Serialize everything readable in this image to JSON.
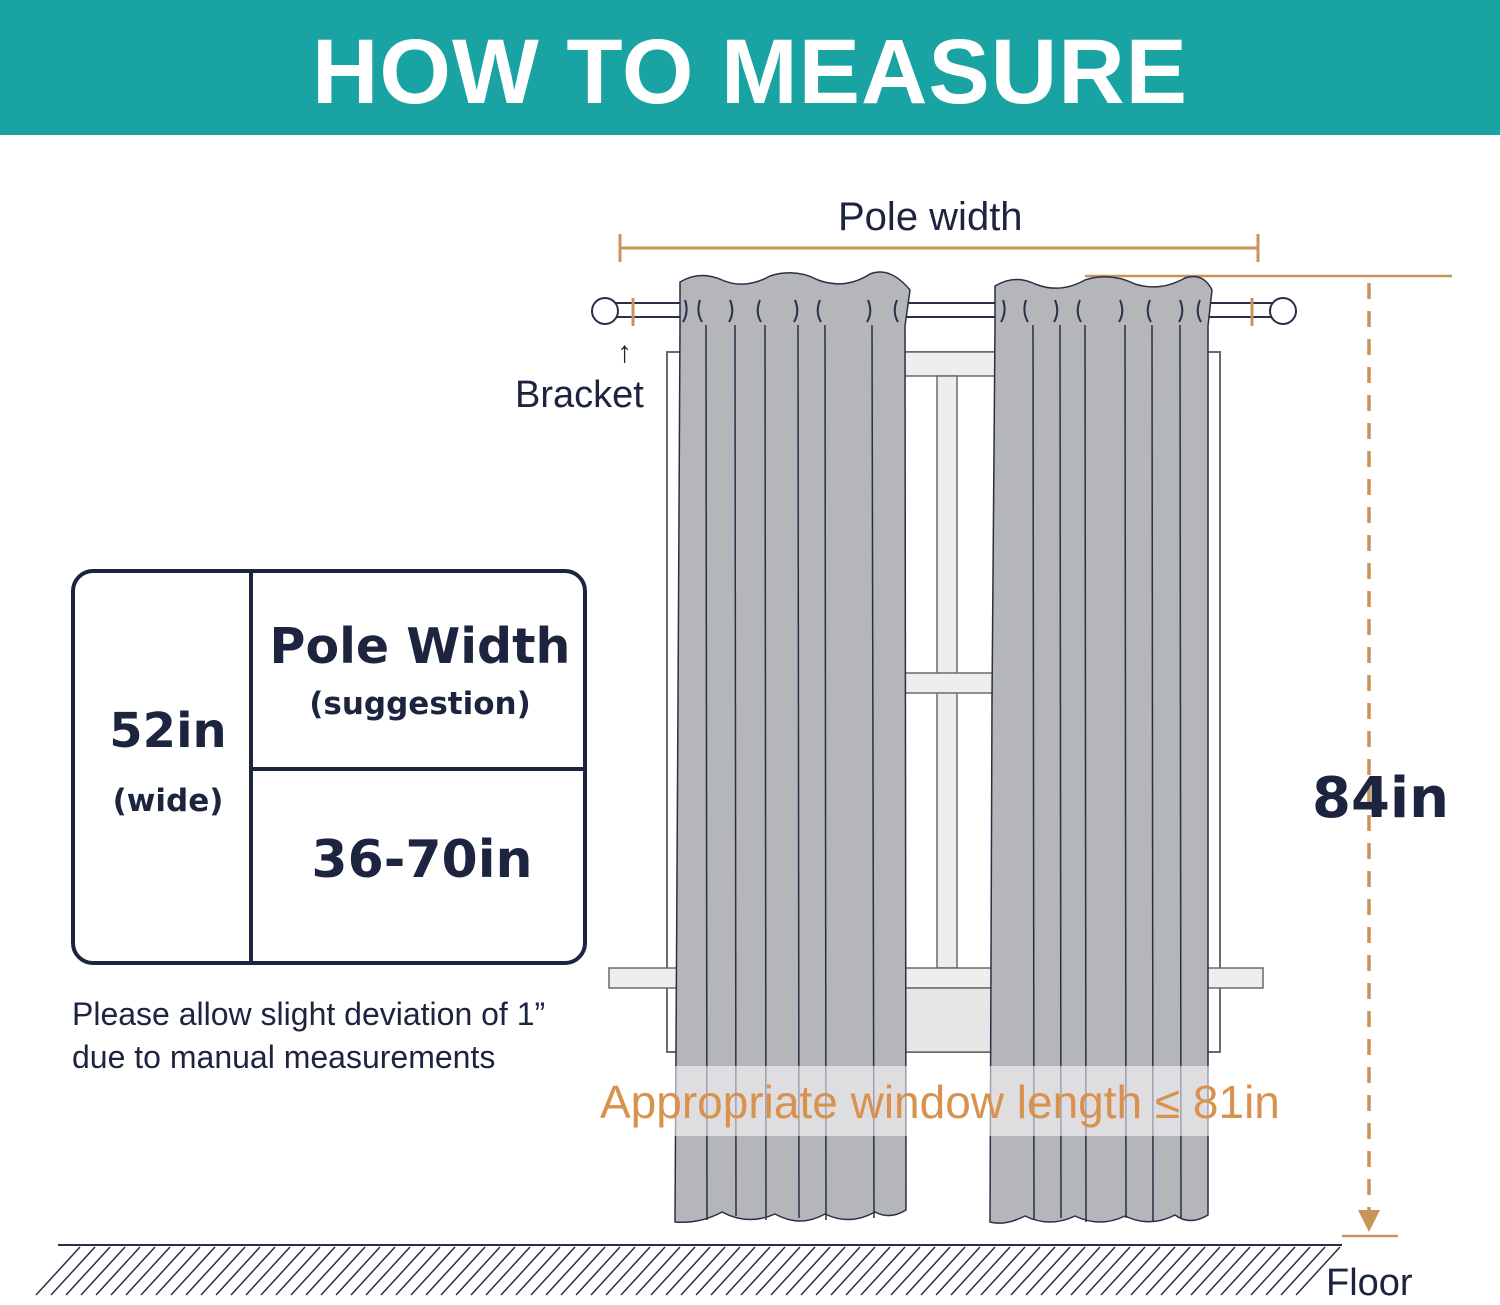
{
  "header": {
    "title": "HOW TO MEASURE"
  },
  "diagram": {
    "pole_width_label": "Pole width",
    "bracket_label": "Bracket",
    "bracket_arrow": "↑",
    "total_length": "84in",
    "window_length_note": "Appropriate window length ≤ 81in",
    "floor_label": "Floor"
  },
  "size_table": {
    "width_value": "52in",
    "width_caption": "(wide)",
    "pole_heading": "Pole Width",
    "pole_caption": "(suggestion)",
    "pole_range": "36-70in"
  },
  "note": {
    "line1": "Please allow slight deviation of 1”",
    "line2": "due to manual measurements"
  },
  "colors": {
    "banner": "#1aa3a3",
    "text": "#1c2440",
    "measure": "#c8945a",
    "curtain": "#b5b6ba",
    "window_frame": "#e6e6e6"
  }
}
